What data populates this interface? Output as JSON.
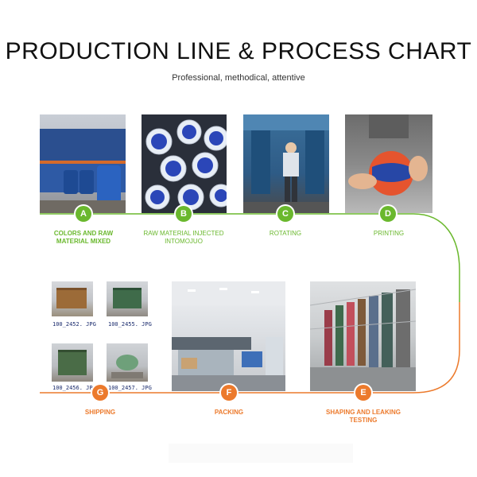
{
  "header": {
    "title": "PRODUCTION LINE & PROCESS CHART",
    "subtitle": "Professional, methodical, attentive"
  },
  "colors": {
    "green": "#6ab82d",
    "orange": "#ec7a2c"
  },
  "steps": [
    {
      "letter": "A",
      "label": "COLORS AND RAW MATERIAL MIXED",
      "color": "green"
    },
    {
      "letter": "B",
      "label": "RAW MATERIAL INJECTED INTOMOJUO",
      "color": "green"
    },
    {
      "letter": "C",
      "label": "ROTATING",
      "color": "green"
    },
    {
      "letter": "D",
      "label": "PRINTING",
      "color": "green"
    },
    {
      "letter": "E",
      "label": "SHAPING AND LEAKING TESTING",
      "color": "orange"
    },
    {
      "letter": "F",
      "label": "PACKING",
      "color": "orange"
    },
    {
      "letter": "G",
      "label": "SHIPPING",
      "color": "orange"
    }
  ],
  "shipping_thumbs": [
    "100_2452. JPG",
    "100_2455. JPG",
    "100_2456. JPG",
    "100_2457. JPG"
  ]
}
